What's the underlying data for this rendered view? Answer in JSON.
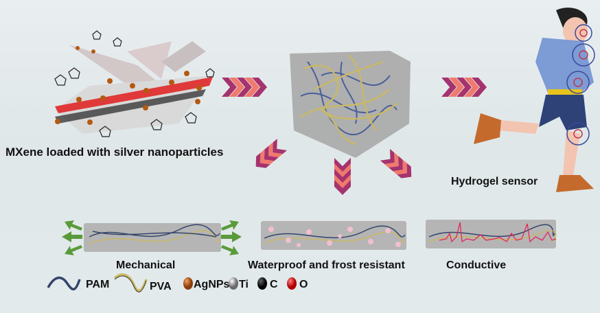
{
  "labels": {
    "mxene": "MXene loaded with silver nanoparticles",
    "sensor": "Hydrogel sensor",
    "mechanical": "Mechanical",
    "waterproof": "Waterproof and frost resistant",
    "conductive": "Conductive"
  },
  "legend": [
    {
      "name": "PAM",
      "icon": "dark-blue-wave",
      "color": "#34456a"
    },
    {
      "name": "PVA",
      "icon": "yellow-wave",
      "color": "#c9b867"
    },
    {
      "name": "AgNPs",
      "icon": "orange-sphere",
      "color": "#b35a12"
    },
    {
      "name": "Ti",
      "icon": "gray-sphere",
      "color": "#9a9a9a"
    },
    {
      "name": "C",
      "icon": "black-sphere",
      "color": "#111111"
    },
    {
      "name": "O",
      "icon": "red-sphere",
      "color": "#e01010"
    }
  ],
  "colors": {
    "chevron_dark": "#a5336e",
    "chevron_light": "#ef7a6d",
    "arrow_green": "#5a9a3a",
    "gel_gray": "#a9a9a9",
    "signal_red": "#e8245a",
    "snow_pink": "#f2bfd0"
  }
}
